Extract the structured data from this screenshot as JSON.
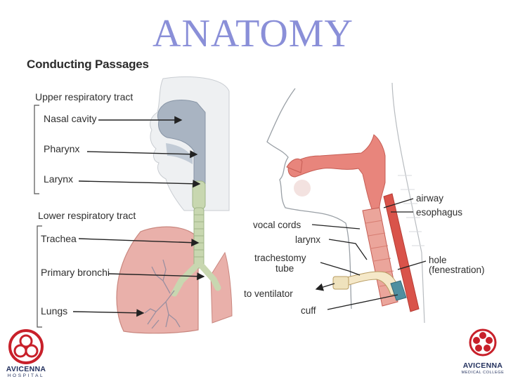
{
  "title": "ANATOMY",
  "left_panel": {
    "heading": "Conducting Passages",
    "upper_group": "Upper respiratory tract",
    "nasal_cavity": "Nasal cavity",
    "pharynx": "Pharynx",
    "larynx": "Larynx",
    "lower_group": "Lower respiratory tract",
    "trachea": "Trachea",
    "primary_bronchi": "Primary bronchi",
    "lungs": "Lungs"
  },
  "right_panel": {
    "airway": "airway",
    "esophagus": "esophagus",
    "vocal_cords": "vocal cords",
    "larynx": "larynx",
    "trachestomy_line1": "trachestomy",
    "trachestomy_line2": "tube",
    "hole_line1": "hole",
    "hole_line2": "(fenestration)",
    "to_ventilator": "to ventilator",
    "cuff": "cuff"
  },
  "logos": {
    "left_name": "AVICENNA",
    "left_sub": "HOSPITAL",
    "right_name": "AVICENNA",
    "right_sub": "MEDICAL COLLEGE"
  },
  "colors": {
    "title": "#8a8fd8",
    "airway_tissue": "#e8857c",
    "lung": "#e9b0aa",
    "trachea": "#c8d7b0",
    "logo_red": "#c8202a",
    "logo_navy": "#23315e"
  }
}
